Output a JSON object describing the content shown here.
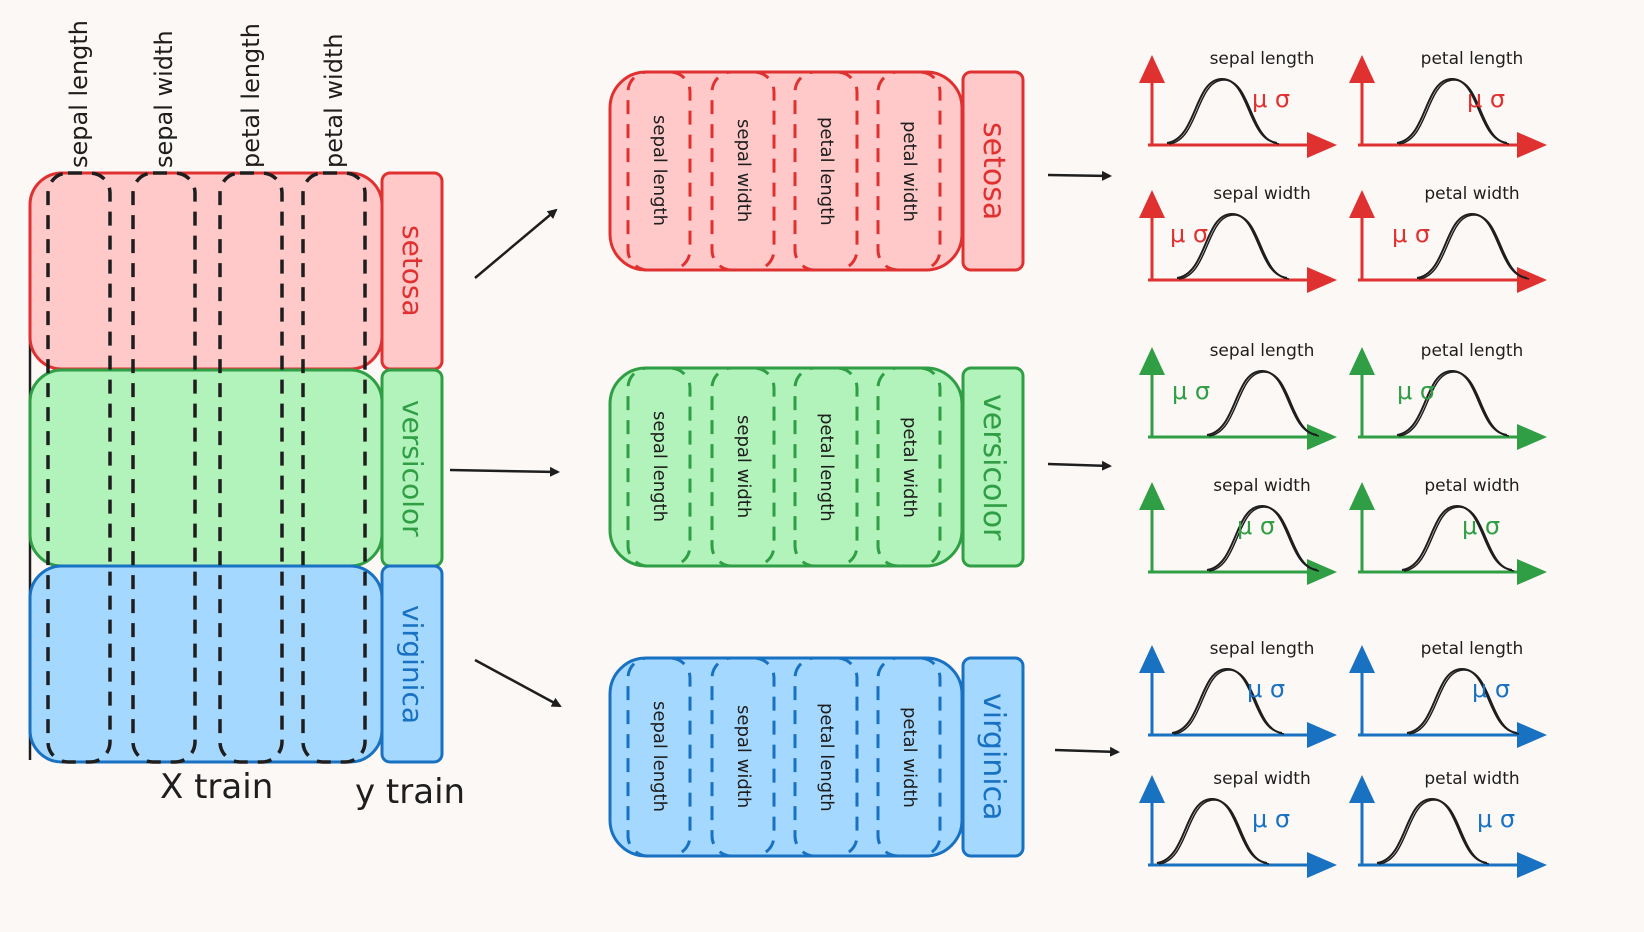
{
  "features": [
    "sepal length",
    "sepal width",
    "petal length",
    "petal width"
  ],
  "classes": [
    {
      "name": "setosa",
      "stroke": "#e03131",
      "fill": "#ffc9c9"
    },
    {
      "name": "versicolor",
      "stroke": "#2f9e44",
      "fill": "#b2f2bb"
    },
    {
      "name": "virginica",
      "stroke": "#1971c2",
      "fill": "#a5d8ff"
    }
  ],
  "x_train_label": "X train",
  "y_train_label": "y train",
  "param_label": "μ σ",
  "chart_grid": [
    [
      "sepal length",
      "petal length"
    ],
    [
      "sepal width",
      "petal width"
    ]
  ]
}
